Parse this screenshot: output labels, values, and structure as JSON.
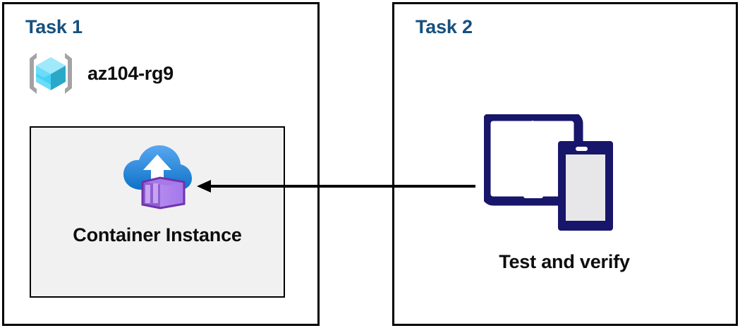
{
  "diagram": {
    "title": "Azure Container Instance task diagram",
    "background": "#ffffff",
    "colors": {
      "panel_border": "#000000",
      "task_title": "#15507e",
      "label_text": "#0d0d0d",
      "inner_box_fill": "#f1f1f1",
      "arrow": "#000000",
      "device_navy": "#17166b",
      "device_screen": "#e7e7ea",
      "cube_light": "#9fe9fb",
      "cube_mid": "#32c8f0",
      "cube_dark": "#2aa8c8",
      "bracket_gray": "#a3a3a3",
      "cloud_top": "#4fa2ee",
      "cloud_bottom": "#1b78ca",
      "container_light": "#b189ee",
      "container_dark": "#7a3fb8"
    }
  },
  "panels": [
    {
      "id": "task1",
      "title": "Task 1",
      "resource_group": {
        "icon": "resource-group-icon",
        "label": "az104-rg9"
      },
      "resource": {
        "icon": "container-instance-icon",
        "label": "Container Instance"
      }
    },
    {
      "id": "task2",
      "title": "Task 2",
      "devices": {
        "icon": "devices-tablet-phone-icon",
        "label": "Test and verify"
      }
    }
  ],
  "connector": {
    "name": "flow-arrow",
    "direction": "right-to-left",
    "from": "Test and verify",
    "to": "Container Instance"
  }
}
